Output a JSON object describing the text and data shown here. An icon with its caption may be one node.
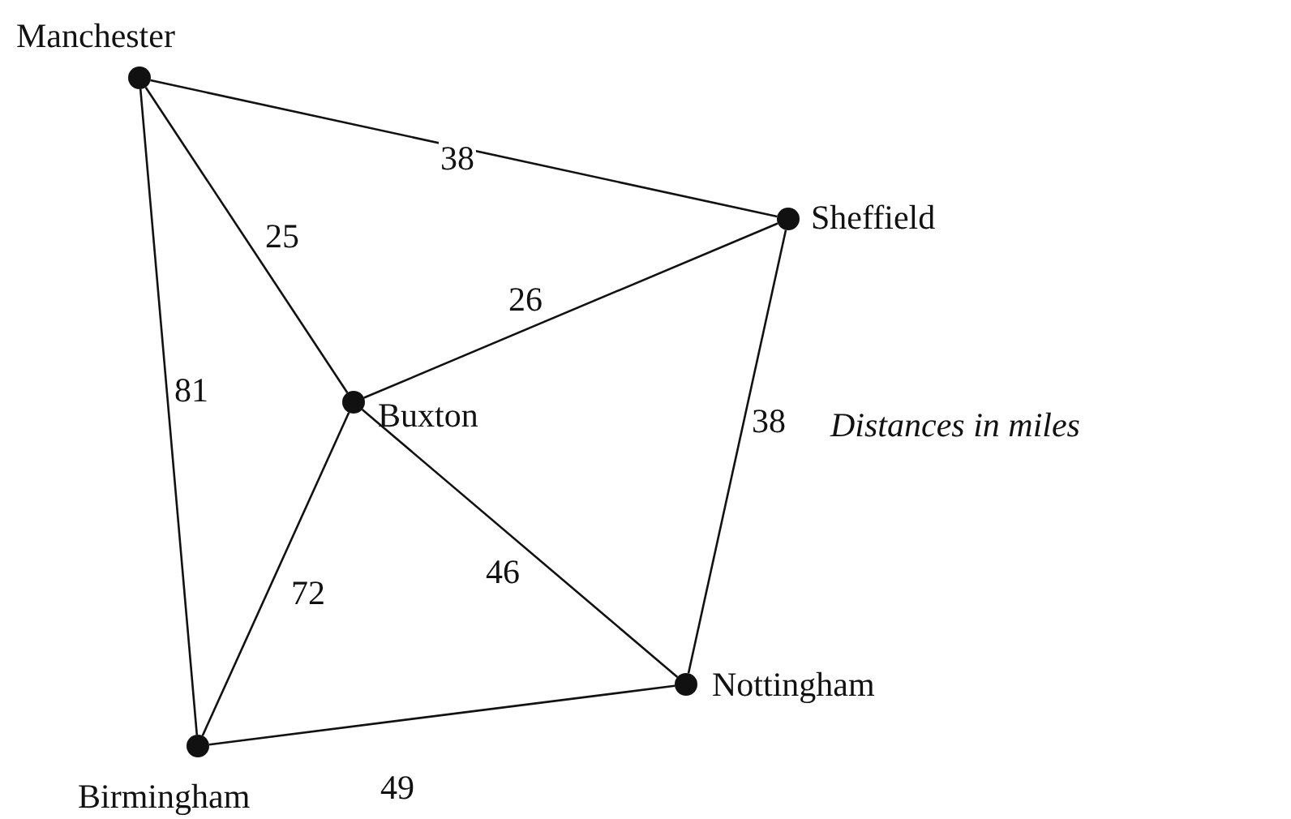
{
  "diagram": {
    "nodes": [
      {
        "text": [],
        "shape": "circle",
        "beside": [
          "Manchester"
        ]
      },
      {
        "text": [],
        "shape": "circle",
        "beside": [
          "Sheffield"
        ]
      },
      {
        "text": [],
        "shape": "circle",
        "beside": [
          "Buxton"
        ]
      },
      {
        "text": [],
        "shape": "circle",
        "beside": [
          "Nottingham"
        ]
      },
      {
        "text": [],
        "shape": "circle",
        "beside": [
          "Birmingham"
        ]
      }
    ],
    "edges": [
      {
        "from": 0,
        "to": 1,
        "arrow": "none",
        "label": "38"
      },
      {
        "from": 0,
        "to": 2,
        "arrow": "none",
        "label": "25"
      },
      {
        "from": 0,
        "to": 4,
        "arrow": "none",
        "label": "81"
      },
      {
        "from": 1,
        "to": 2,
        "arrow": "none",
        "label": "26"
      },
      {
        "from": 1,
        "to": 3,
        "arrow": "none",
        "label": "38"
      },
      {
        "from": 2,
        "to": 4,
        "arrow": "none",
        "label": "72"
      },
      {
        "from": 2,
        "to": 3,
        "arrow": "none",
        "label": "46"
      },
      {
        "from": 4,
        "to": 3,
        "arrow": "none",
        "label": "49"
      }
    ],
    "labels": [
      "Distances in miles"
    ]
  }
}
